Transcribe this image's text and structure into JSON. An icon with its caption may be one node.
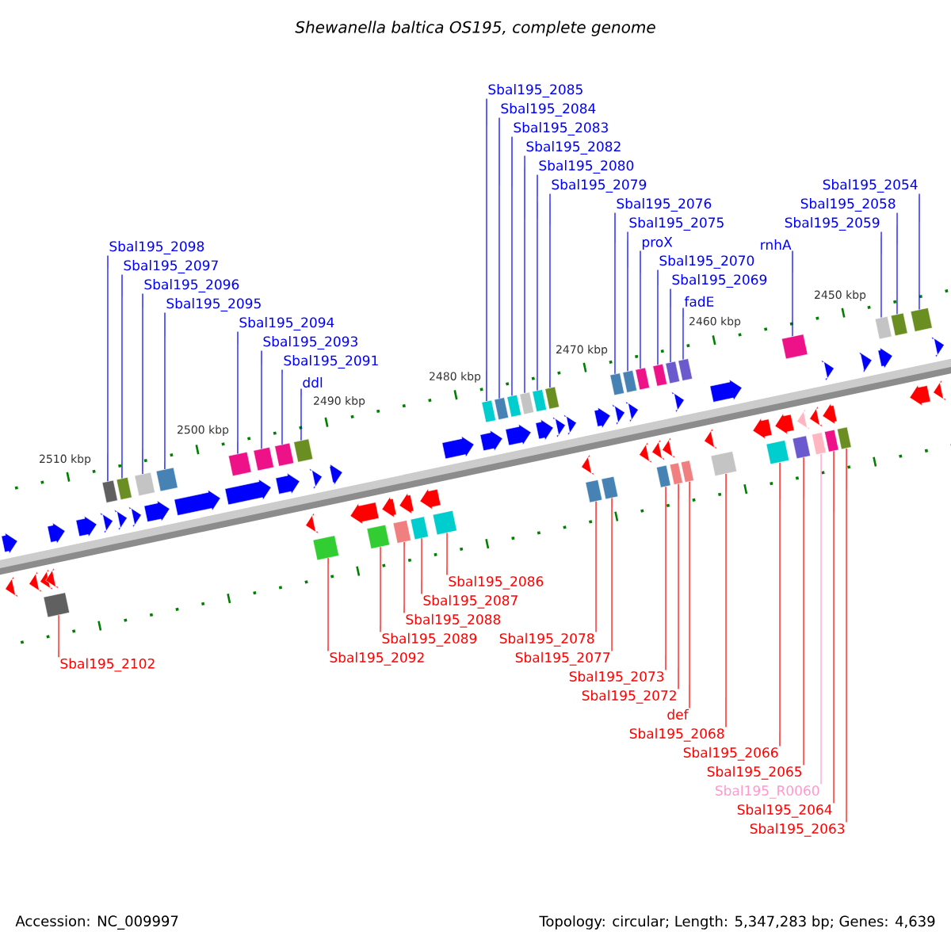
{
  "diagram": {
    "title": "Shewanella baltica OS195, complete genome",
    "nodes": [
      {
        "text": [
          "Sbal195_2098"
        ]
      },
      {
        "text": [
          "Sbal195_2097"
        ]
      },
      {
        "text": [
          "Sbal195_2096"
        ]
      },
      {
        "text": [
          "Sbal195_2095"
        ]
      },
      {
        "text": [
          "Sbal195_2094"
        ]
      },
      {
        "text": [
          "Sbal195_2093"
        ]
      },
      {
        "text": [
          "Sbal195_2091"
        ]
      },
      {
        "text": [
          "ddl"
        ]
      },
      {
        "text": [
          "Sbal195_2085"
        ]
      },
      {
        "text": [
          "Sbal195_2084"
        ]
      },
      {
        "text": [
          "Sbal195_2083"
        ]
      },
      {
        "text": [
          "Sbal195_2082"
        ]
      },
      {
        "text": [
          "Sbal195_2080"
        ]
      },
      {
        "text": [
          "Sbal195_2079"
        ]
      },
      {
        "text": [
          "Sbal195_2076"
        ]
      },
      {
        "text": [
          "Sbal195_2075"
        ]
      },
      {
        "text": [
          "proX"
        ]
      },
      {
        "text": [
          "Sbal195_2070"
        ]
      },
      {
        "text": [
          "Sbal195_2069"
        ]
      },
      {
        "text": [
          "fadE"
        ]
      },
      {
        "text": [
          "rnhA"
        ]
      },
      {
        "text": [
          "Sbal195_2059"
        ]
      },
      {
        "text": [
          "Sbal195_2058"
        ]
      },
      {
        "text": [
          "Sbal195_2054"
        ]
      },
      {
        "text": [
          "Sbal195_2102"
        ]
      },
      {
        "text": [
          "Sbal195_2092"
        ]
      },
      {
        "text": [
          "Sbal195_2089"
        ]
      },
      {
        "text": [
          "Sbal195_2088"
        ]
      },
      {
        "text": [
          "Sbal195_2087"
        ]
      },
      {
        "text": [
          "Sbal195_2086"
        ]
      },
      {
        "text": [
          "Sbal195_2078"
        ]
      },
      {
        "text": [
          "Sbal195_2077"
        ]
      },
      {
        "text": [
          "Sbal195_2073"
        ]
      },
      {
        "text": [
          "Sbal195_2072"
        ]
      },
      {
        "text": [
          "def"
        ]
      },
      {
        "text": [
          "Sbal195_2068"
        ]
      },
      {
        "text": [
          "Sbal195_2066"
        ]
      },
      {
        "text": [
          "Sbal195_2065"
        ]
      },
      {
        "text": [
          "Sbal195_R0060"
        ]
      },
      {
        "text": [
          "Sbal195_2064"
        ]
      },
      {
        "text": [
          "Sbal195_2063"
        ]
      },
      {
        "text": [],
        "shape": "box"
      },
      {
        "text": [],
        "shape": "box"
      },
      {
        "text": [],
        "shape": "box"
      },
      {
        "text": [],
        "shape": "box"
      },
      {
        "text": [],
        "shape": "box"
      },
      {
        "text": [],
        "shape": "box"
      },
      {
        "text": [],
        "shape": "box"
      },
      {
        "text": [],
        "shape": "box"
      },
      {
        "text": [],
        "shape": "box"
      },
      {
        "text": [],
        "shape": "box"
      },
      {
        "text": [],
        "shape": "box"
      },
      {
        "text": [],
        "shape": "box"
      },
      {
        "text": [],
        "shape": "box"
      },
      {
        "text": [],
        "shape": "box"
      },
      {
        "text": [],
        "shape": "box"
      },
      {
        "text": [],
        "shape": "box"
      },
      {
        "text": [],
        "shape": "box"
      },
      {
        "text": [],
        "shape": "box"
      },
      {
        "text": [],
        "shape": "box"
      },
      {
        "text": [],
        "shape": "box"
      },
      {
        "text": [],
        "shape": "box"
      },
      {
        "text": [],
        "shape": "box"
      },
      {
        "text": [],
        "shape": "box"
      },
      {
        "text": [],
        "shape": "box"
      },
      {
        "text": [],
        "shape": "box"
      },
      {
        "text": [],
        "shape": "box"
      },
      {
        "text": [],
        "shape": "box"
      },
      {
        "text": [],
        "shape": "box"
      },
      {
        "text": [],
        "shape": "box"
      },
      {
        "text": [],
        "shape": "box"
      },
      {
        "text": [],
        "shape": "box"
      },
      {
        "text": [],
        "shape": "box"
      },
      {
        "text": [],
        "shape": "box"
      },
      {
        "text": [],
        "shape": "box"
      },
      {
        "text": [],
        "shape": "box"
      },
      {
        "text": [],
        "shape": "box"
      },
      {
        "text": [],
        "shape": "box"
      },
      {
        "text": [],
        "shape": "box"
      },
      {
        "text": [],
        "shape": "box"
      },
      {
        "text": [],
        "shape": "box"
      },
      {
        "text": [],
        "shape": "box"
      },
      {
        "text": [],
        "shape": "arrow"
      },
      {
        "text": [],
        "shape": "arrow"
      },
      {
        "text": [],
        "shape": "arrow"
      },
      {
        "text": [],
        "shape": "arrow"
      },
      {
        "text": [],
        "shape": "arrow"
      },
      {
        "text": [],
        "shape": "arrow"
      },
      {
        "text": [],
        "shape": "arrow"
      },
      {
        "text": [],
        "shape": "arrow"
      },
      {
        "text": [],
        "shape": "arrow"
      },
      {
        "text": [],
        "shape": "arrow"
      },
      {
        "text": [],
        "shape": "arrow"
      },
      {
        "text": [],
        "shape": "arrow"
      },
      {
        "text": [],
        "shape": "arrow"
      },
      {
        "text": [],
        "shape": "arrow"
      },
      {
        "text": [],
        "shape": "arrow"
      },
      {
        "text": [],
        "shape": "arrow"
      },
      {
        "text": [],
        "shape": "arrow"
      },
      {
        "text": [],
        "shape": "arrow"
      },
      {
        "text": [],
        "shape": "arrow"
      },
      {
        "text": [],
        "shape": "arrow"
      },
      {
        "text": [],
        "shape": "arrow"
      },
      {
        "text": [],
        "shape": "arrow"
      },
      {
        "text": [],
        "shape": "arrow"
      },
      {
        "text": [],
        "shape": "arrow"
      },
      {
        "text": [],
        "shape": "arrow"
      },
      {
        "text": [],
        "shape": "arrow"
      },
      {
        "text": [],
        "shape": "arrow"
      },
      {
        "text": [],
        "shape": "arrow"
      },
      {
        "text": [],
        "shape": "arrow"
      },
      {
        "text": [],
        "shape": "arrow"
      },
      {
        "text": [],
        "shape": "arrow"
      },
      {
        "text": [],
        "shape": "arrow"
      },
      {
        "text": [],
        "shape": "arrow"
      },
      {
        "text": [],
        "shape": "arrow"
      },
      {
        "text": [],
        "shape": "arrow"
      },
      {
        "text": [],
        "shape": "arrow"
      },
      {
        "text": [],
        "shape": "arrow"
      },
      {
        "text": [],
        "shape": "arrow"
      },
      {
        "text": [],
        "shape": "arrow"
      },
      {
        "text": [],
        "shape": "arrow"
      },
      {
        "text": [],
        "shape": "arrow"
      },
      {
        "text": [],
        "shape": "arrow"
      },
      {
        "text": [],
        "shape": "arrow"
      },
      {
        "text": [],
        "shape": "arrow"
      },
      {
        "text": [],
        "shape": "arrow"
      },
      {
        "text": [],
        "shape": "arrow"
      },
      {
        "text": [],
        "shape": "arrow"
      },
      {
        "text": [],
        "shape": "arrow"
      }
    ],
    "edges": [
      {
        "from": 0,
        "to": 41,
        "arrow": "none"
      },
      {
        "from": 1,
        "to": 42,
        "arrow": "none"
      },
      {
        "from": 2,
        "to": 43,
        "arrow": "none"
      },
      {
        "from": 3,
        "to": 44,
        "arrow": "none"
      },
      {
        "from": 4,
        "to": 45,
        "arrow": "none"
      },
      {
        "from": 5,
        "to": 46,
        "arrow": "none"
      },
      {
        "from": 6,
        "to": 47,
        "arrow": "none"
      },
      {
        "from": 7,
        "to": 48,
        "arrow": "none"
      },
      {
        "from": 8,
        "to": 49,
        "arrow": "none"
      },
      {
        "from": 9,
        "to": 50,
        "arrow": "none"
      },
      {
        "from": 10,
        "to": 51,
        "arrow": "none"
      },
      {
        "from": 11,
        "to": 52,
        "arrow": "none"
      },
      {
        "from": 12,
        "to": 53,
        "arrow": "none"
      },
      {
        "from": 13,
        "to": 54,
        "arrow": "none"
      },
      {
        "from": 14,
        "to": 55,
        "arrow": "none"
      },
      {
        "from": 15,
        "to": 56,
        "arrow": "none"
      },
      {
        "from": 16,
        "to": 57,
        "arrow": "none"
      },
      {
        "from": 17,
        "to": 58,
        "arrow": "none"
      },
      {
        "from": 18,
        "to": 59,
        "arrow": "none"
      },
      {
        "from": 19,
        "to": 60,
        "arrow": "none"
      },
      {
        "from": 20,
        "to": 61,
        "arrow": "none"
      },
      {
        "from": 21,
        "to": 62,
        "arrow": "none"
      },
      {
        "from": 22,
        "to": 63,
        "arrow": "none"
      },
      {
        "from": 23,
        "to": 64,
        "arrow": "none"
      },
      {
        "from": 24,
        "to": 65,
        "arrow": "none",
        "color": "#ff0000"
      },
      {
        "from": 25,
        "to": 66,
        "arrow": "none",
        "color": "#ff0000"
      },
      {
        "from": 26,
        "to": 67,
        "arrow": "none",
        "color": "#ff0000"
      },
      {
        "from": 27,
        "to": 68,
        "arrow": "none",
        "color": "#ff0000"
      },
      {
        "from": 28,
        "to": 69,
        "arrow": "none",
        "color": "#ff0000"
      },
      {
        "from": 29,
        "to": 70,
        "arrow": "none",
        "color": "#ff0000"
      },
      {
        "from": 30,
        "to": 71,
        "arrow": "none",
        "color": "#ff0000"
      },
      {
        "from": 31,
        "to": 72,
        "arrow": "none",
        "color": "#ff0000"
      },
      {
        "from": 32,
        "to": 73,
        "arrow": "none",
        "color": "#ff0000"
      },
      {
        "from": 33,
        "to": 74,
        "arrow": "none",
        "color": "#ff0000"
      },
      {
        "from": 34,
        "to": 75,
        "arrow": "none",
        "color": "#ff0000"
      },
      {
        "from": 35,
        "to": 76,
        "arrow": "none",
        "color": "#ff0000"
      },
      {
        "from": 36,
        "to": 77,
        "arrow": "none",
        "color": "#ff0000"
      },
      {
        "from": 37,
        "to": 78,
        "arrow": "none",
        "color": "#ff0000"
      },
      {
        "from": 38,
        "to": 79,
        "arrow": "none",
        "color": "#ff99cc"
      },
      {
        "from": 39,
        "to": 80,
        "arrow": "none",
        "color": "#ff0000"
      },
      {
        "from": 40,
        "to": 81,
        "arrow": "none",
        "color": "#ff0000"
      }
    ],
    "labels": [
      "2510 kbp",
      "2500 kbp",
      "2490 kbp",
      "2480 kbp",
      "2470 kbp",
      "2460 kbp",
      "2450 kbp",
      "Accession: NC_009997",
      "Topology: circular; Length: 5,347,283 bp; Genes: 4,639"
    ]
  }
}
